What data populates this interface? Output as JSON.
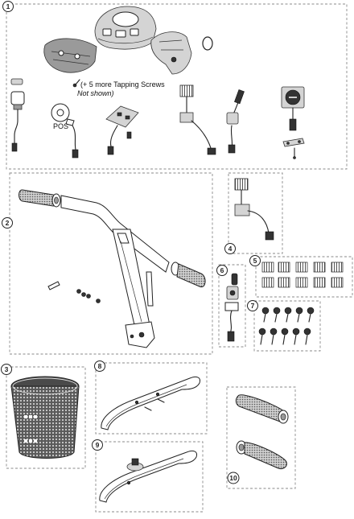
{
  "callouts": [
    "1",
    "2",
    "3",
    "4",
    "5",
    "6",
    "7",
    "8",
    "9",
    "10"
  ],
  "panel1": {
    "note_line1": "(+ 5 more Tapping Screws",
    "note_line2": "Not shown)"
  },
  "colors": {
    "panel_border": "#8a8a8a",
    "line_art": "#222222",
    "fill_grey": "#9a9a9a",
    "fill_light": "#d4d4d4"
  }
}
